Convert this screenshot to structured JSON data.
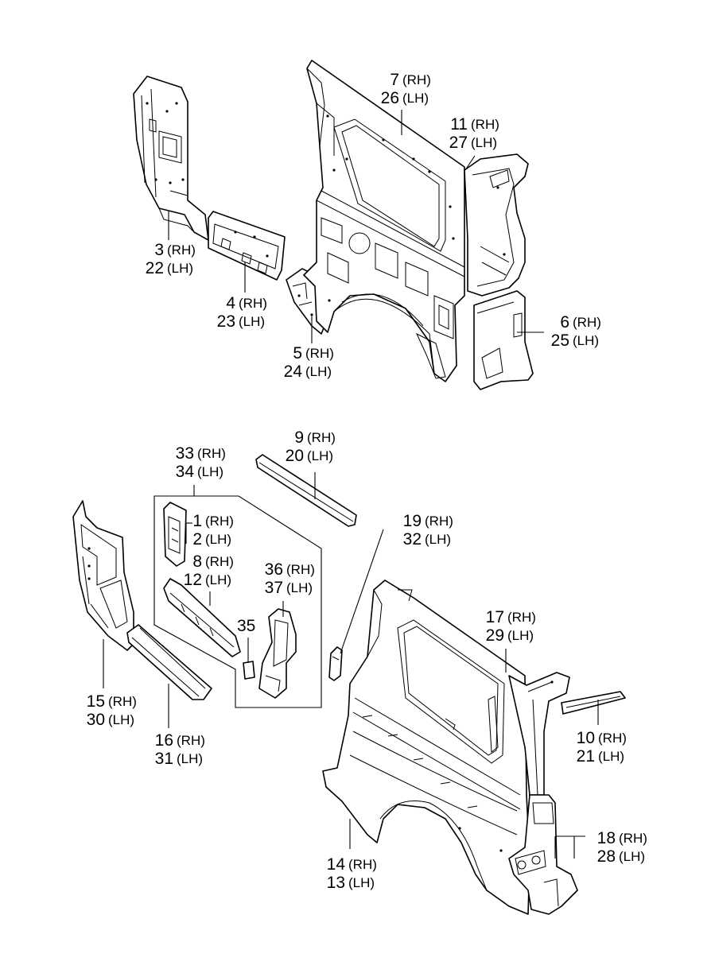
{
  "callouts": [
    {
      "id": "c7",
      "lines": [
        {
          "num": "7",
          "sfx": "(RH)"
        },
        {
          "num": "26",
          "sfx": "(LH)"
        }
      ]
    },
    {
      "id": "c11",
      "lines": [
        {
          "num": "11",
          "sfx": "(RH)"
        },
        {
          "num": "27",
          "sfx": "(LH)"
        }
      ]
    },
    {
      "id": "c3",
      "lines": [
        {
          "num": "3",
          "sfx": "(RH)"
        },
        {
          "num": "22",
          "sfx": "(LH)"
        }
      ]
    },
    {
      "id": "c4",
      "lines": [
        {
          "num": "4",
          "sfx": "(RH)"
        },
        {
          "num": "23",
          "sfx": "(LH)"
        }
      ]
    },
    {
      "id": "c6",
      "lines": [
        {
          "num": "6",
          "sfx": "(RH)"
        },
        {
          "num": "25",
          "sfx": "(LH)"
        }
      ]
    },
    {
      "id": "c5",
      "lines": [
        {
          "num": "5",
          "sfx": "(RH)"
        },
        {
          "num": "24",
          "sfx": "(LH)"
        }
      ]
    },
    {
      "id": "c9",
      "lines": [
        {
          "num": "9",
          "sfx": "(RH)"
        },
        {
          "num": "20",
          "sfx": "(LH)"
        }
      ]
    },
    {
      "id": "c33",
      "lines": [
        {
          "num": "33",
          "sfx": "(RH)"
        },
        {
          "num": "34",
          "sfx": "(LH)"
        }
      ]
    },
    {
      "id": "c19",
      "lines": [
        {
          "num": "19",
          "sfx": "(RH)"
        },
        {
          "num": "32",
          "sfx": "(LH)"
        }
      ]
    },
    {
      "id": "c1",
      "lines": [
        {
          "num": "1",
          "sfx": "(RH)"
        },
        {
          "num": "2",
          "sfx": "(LH)"
        }
      ]
    },
    {
      "id": "c8",
      "lines": [
        {
          "num": "8",
          "sfx": "(RH)"
        },
        {
          "num": "12",
          "sfx": "(LH)"
        }
      ]
    },
    {
      "id": "c36",
      "lines": [
        {
          "num": "36",
          "sfx": "(RH)"
        },
        {
          "num": "37",
          "sfx": "(LH)"
        }
      ]
    },
    {
      "id": "c35",
      "lines": [
        {
          "num": "35",
          "sfx": ""
        }
      ]
    },
    {
      "id": "c17",
      "lines": [
        {
          "num": "17",
          "sfx": "(RH)"
        },
        {
          "num": "29",
          "sfx": "(LH)"
        }
      ]
    },
    {
      "id": "c15",
      "lines": [
        {
          "num": "15",
          "sfx": "(RH)"
        },
        {
          "num": "30",
          "sfx": "(LH)"
        }
      ]
    },
    {
      "id": "c16",
      "lines": [
        {
          "num": "16",
          "sfx": "(RH)"
        },
        {
          "num": "31",
          "sfx": "(LH)"
        }
      ]
    },
    {
      "id": "c10",
      "lines": [
        {
          "num": "10",
          "sfx": "(RH)"
        },
        {
          "num": "21",
          "sfx": "(LH)"
        }
      ]
    },
    {
      "id": "c18",
      "lines": [
        {
          "num": "18",
          "sfx": "(RH)"
        },
        {
          "num": "28",
          "sfx": "(LH)"
        }
      ]
    },
    {
      "id": "c14",
      "lines": [
        {
          "num": "14",
          "sfx": "(RH)"
        },
        {
          "num": "13",
          "sfx": "(LH)"
        }
      ]
    }
  ]
}
